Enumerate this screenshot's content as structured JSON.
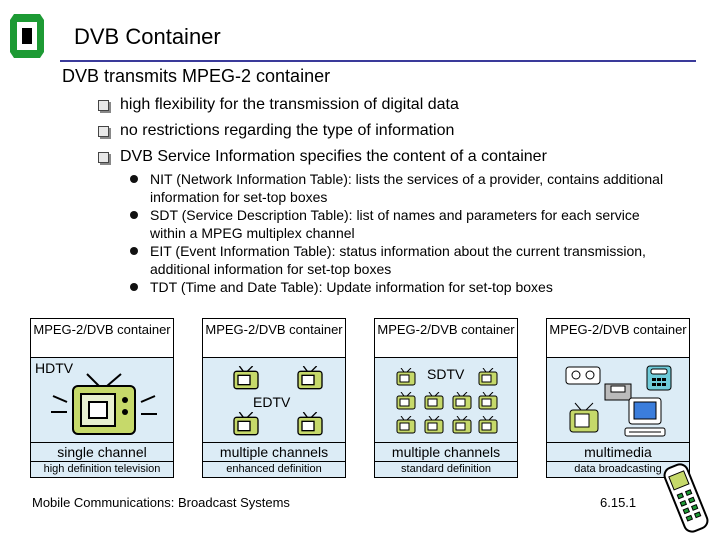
{
  "title": "DVB Container",
  "heading": "DVB transmits MPEG-2 container",
  "bullets": [
    "high flexibility for the transmission of digital data",
    "no restrictions regarding the type of information",
    "DVB Service Information specifies the content of a container"
  ],
  "sub_bullets": [
    "NIT (Network Information Table): lists the services of a provider, contains additional information for set-top boxes",
    "SDT (Service Description Table): list of names and parameters for each service within a MPEG multiplex channel",
    "EIT (Event Information Table): status information about the current transmission, additional information for set-top boxes",
    "TDT (Time and Date Table): Update information for set-top boxes"
  ],
  "columns": [
    {
      "head": "MPEG-2/DVB container",
      "tv_label": "HDTV",
      "sub": "single channel",
      "foot": "high definition television"
    },
    {
      "head": "MPEG-2/DVB container",
      "tv_label": "EDTV",
      "sub": "multiple channels",
      "foot": "enhanced definition"
    },
    {
      "head": "MPEG-2/DVB container",
      "tv_label": "SDTV",
      "sub": "multiple channels",
      "foot": "standard definition"
    },
    {
      "head": "MPEG-2/DVB container",
      "tv_label": "",
      "sub": "multimedia",
      "foot": "data broadcasting"
    }
  ],
  "footer": {
    "left": "Mobile Communications: Broadcast Systems",
    "right": "6.15.1"
  },
  "colors": {
    "accent_rule": "#3a3a9a",
    "logo_green": "#1d9a34",
    "panel_fill": "#dcecf6"
  }
}
